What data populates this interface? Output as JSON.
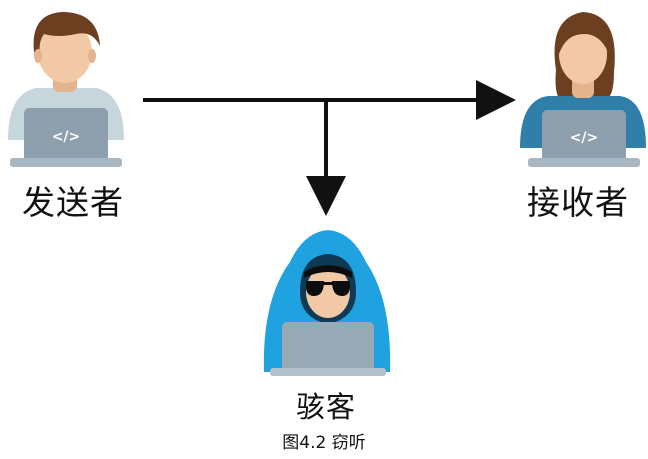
{
  "figure": {
    "caption": "图4.2 窃听"
  },
  "actors": {
    "sender": {
      "label": "发送者",
      "icon": "person-laptop-icon",
      "laptop_code": "</>"
    },
    "receiver": {
      "label": "接收者",
      "icon": "person-laptop-icon",
      "laptop_code": "</>"
    },
    "eavesdropper": {
      "label": "骇客",
      "icon": "hooded-hacker-icon"
    }
  },
  "colors": {
    "arrow": "#111111",
    "skin": "#f2c9a6",
    "hair_brown": "#6b3f1f",
    "sender_shirt": "#c6d6dc",
    "receiver_shirt": "#2f7fa8",
    "laptop": "#8e9fae",
    "hacker_hood": "#1fa2df",
    "hacker_glasses": "#0d0d0d"
  }
}
